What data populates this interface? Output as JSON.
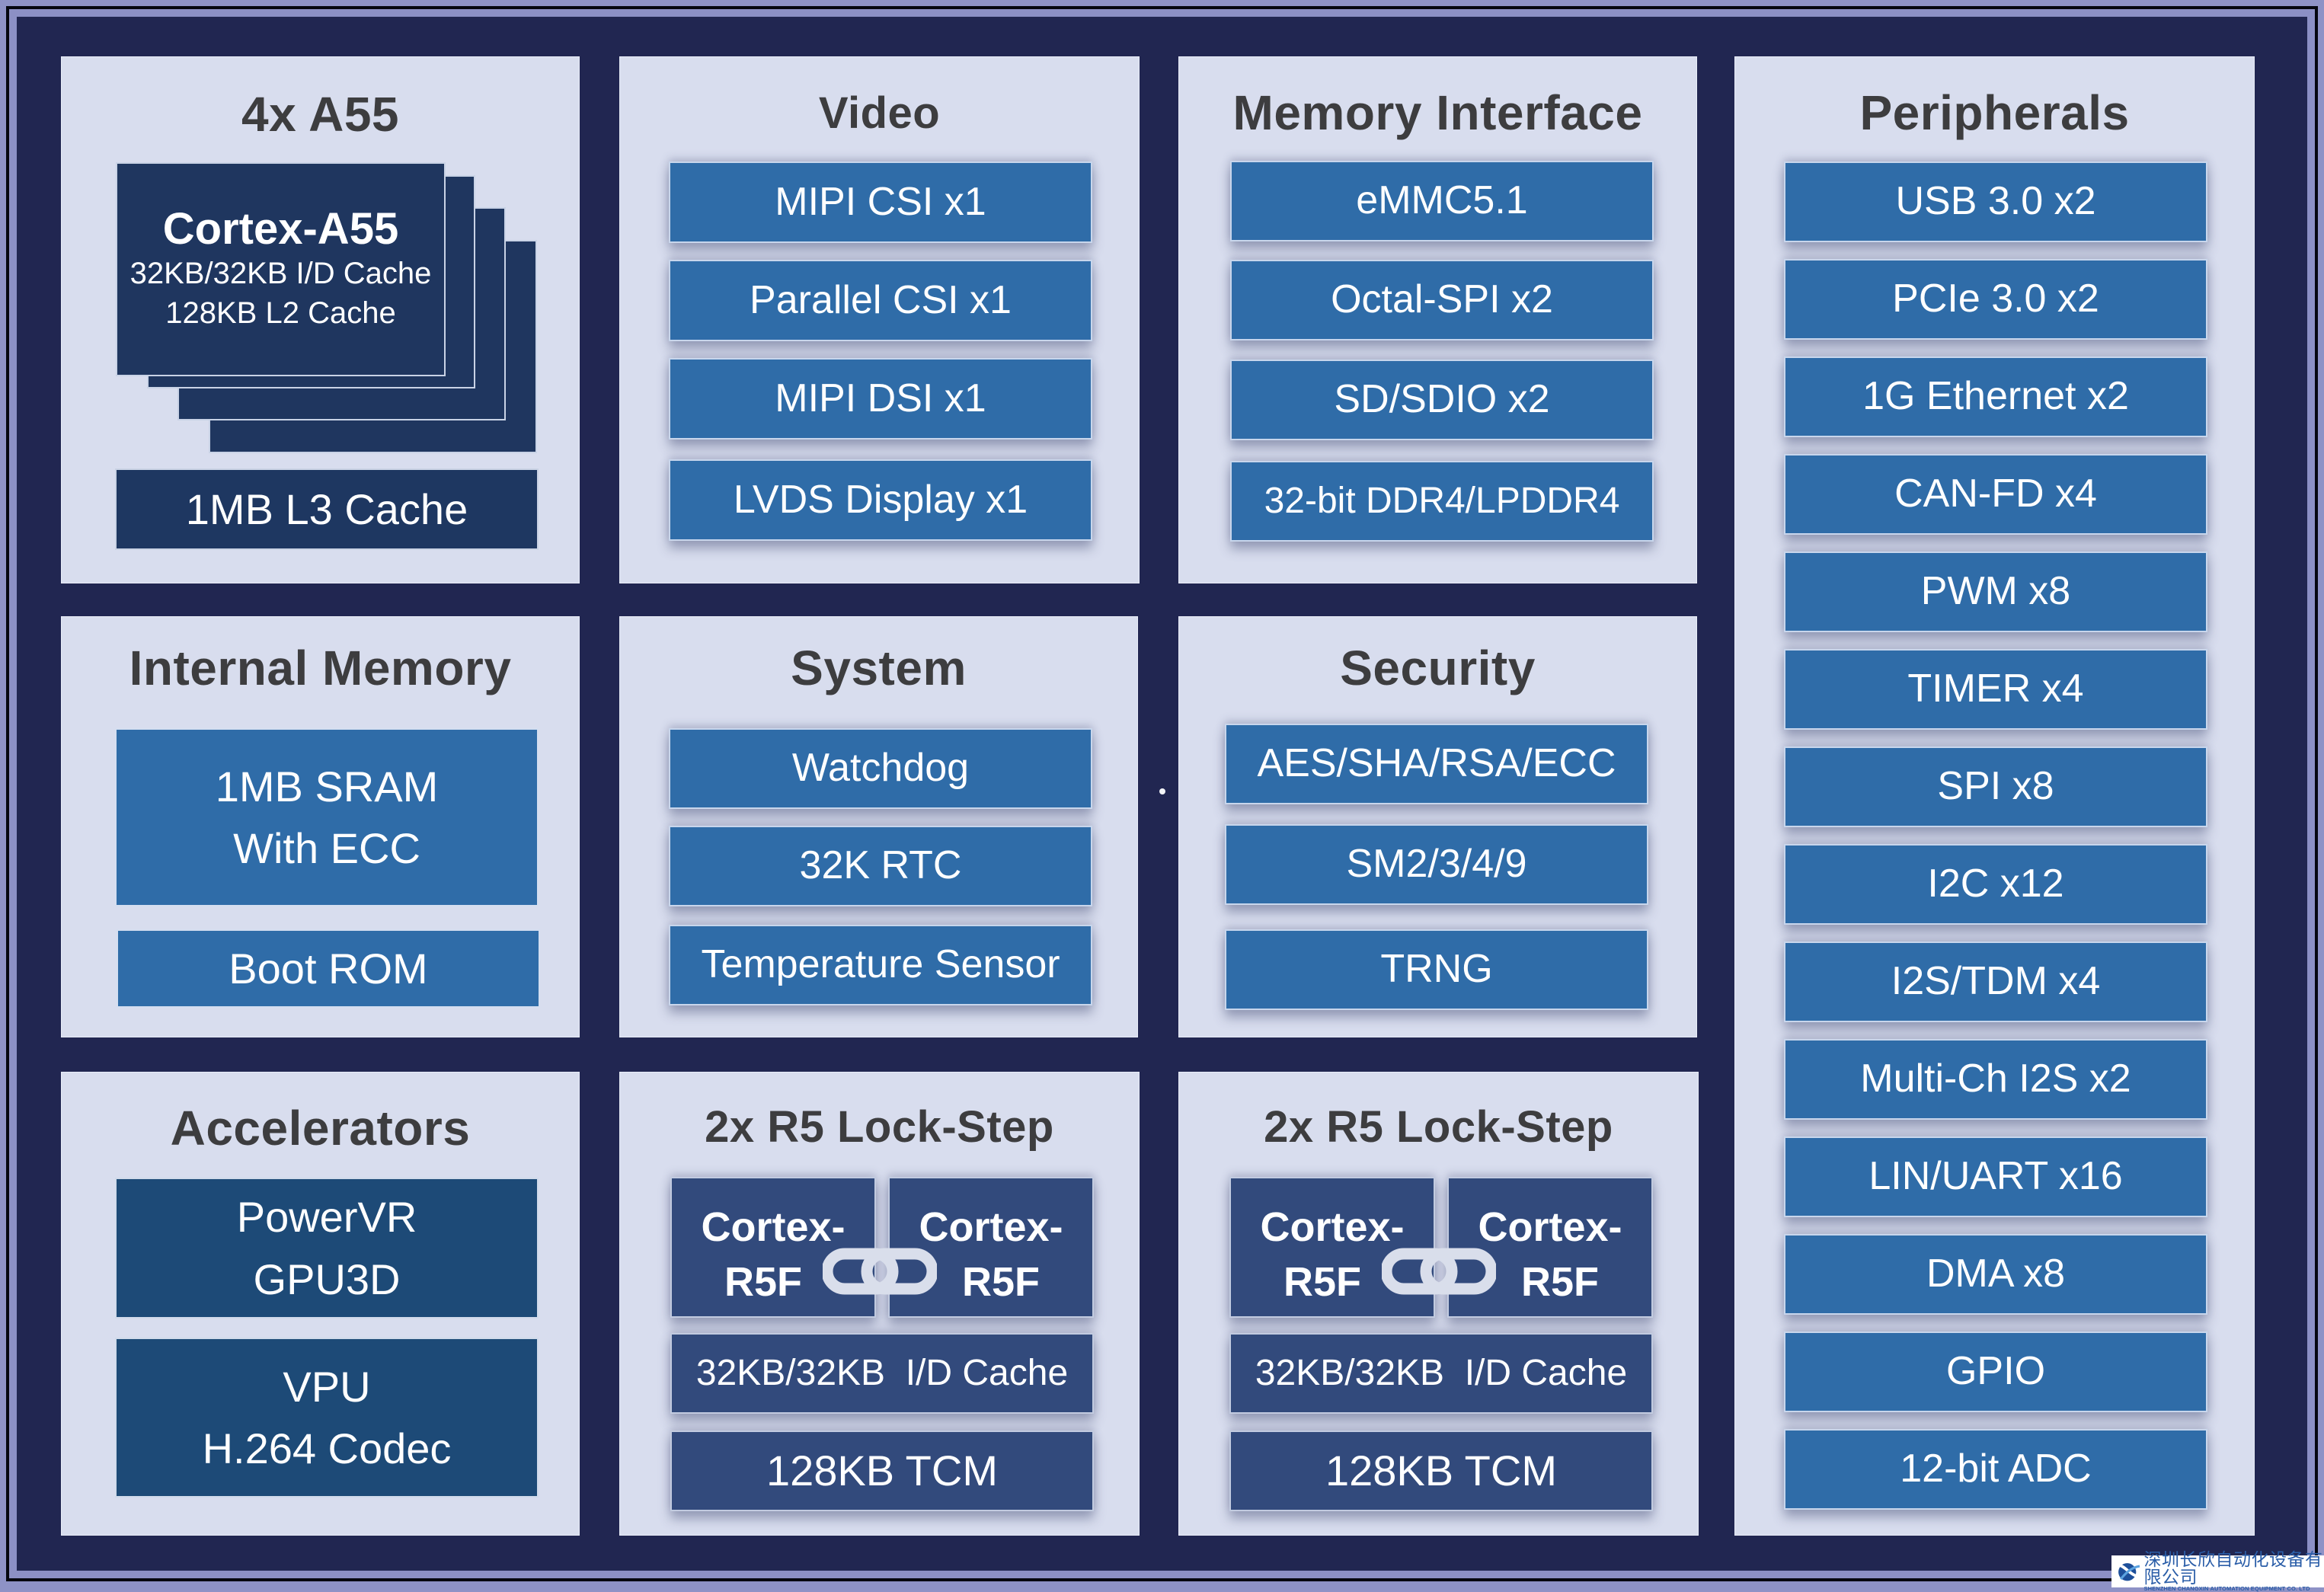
{
  "diagram": {
    "colors": {
      "background": "#212651",
      "panel": "#d8ddee",
      "title_text": "#3d3d3f",
      "block_blue": "#2f6ca8",
      "block_navy": "#1e3761",
      "block_accel": "#1d4a77",
      "block_r5": "#324a7c",
      "frame": "#8e92c6"
    },
    "a55": {
      "title": "4x A55",
      "core_name": "Cortex-A55",
      "core_cache_line1": "32KB/32KB I/D Cache",
      "core_cache_line2": "128KB L2 Cache",
      "core_count": 4,
      "l3": "1MB L3 Cache"
    },
    "video": {
      "title": "Video",
      "items": [
        "MIPI CSI x1",
        "Parallel CSI x1",
        "MIPI DSI x1",
        "LVDS Display x1"
      ]
    },
    "memory_interface": {
      "title": "Memory Interface",
      "items": [
        "eMMC5.1",
        "Octal-SPI x2",
        "SD/SDIO x2",
        "32-bit DDR4/LPDDR4"
      ]
    },
    "peripherals": {
      "title": "Peripherals",
      "items": [
        "USB 3.0 x2",
        "PCIe 3.0 x2",
        "1G Ethernet x2",
        "CAN-FD x4",
        "PWM x8",
        "TIMER x4",
        "SPI x8",
        "I2C x12",
        "I2S/TDM x4",
        "Multi-Ch I2S x2",
        "LIN/UART x16",
        "DMA x8",
        "GPIO",
        "12-bit ADC"
      ]
    },
    "internal_memory": {
      "title": "Internal Memory",
      "sram_line1": "1MB SRAM",
      "sram_line2": "With ECC",
      "boot_rom": "Boot ROM"
    },
    "system": {
      "title": "System",
      "items": [
        "Watchdog",
        "32K RTC",
        "Temperature Sensor"
      ]
    },
    "security": {
      "title": "Security",
      "items": [
        "AES/SHA/RSA/ECC",
        "SM2/3/4/9",
        "TRNG"
      ]
    },
    "accelerators": {
      "title": "Accelerators",
      "gpu_line1": "PowerVR",
      "gpu_line2": "GPU3D",
      "vpu_line1": "VPU",
      "vpu_line2": "H.264 Codec"
    },
    "r5_groups": [
      {
        "title": "2x R5 Lock-Step",
        "core_line1": "Cortex-",
        "core_line2": "R5F",
        "cache": "32KB/32KB  I/D Cache",
        "tcm": "128KB TCM"
      },
      {
        "title": "2x R5 Lock-Step",
        "core_line1": "Cortex-",
        "core_line2": "R5F",
        "cache": "32KB/32KB  I/D Cache",
        "tcm": "128KB TCM"
      }
    ],
    "watermark": {
      "company_cn": "深圳长欣自动化设备有限公司",
      "company_en": "SHENZHEN CHANGXIN AUTOMATION EQUIPMENT CO. LTD"
    }
  }
}
